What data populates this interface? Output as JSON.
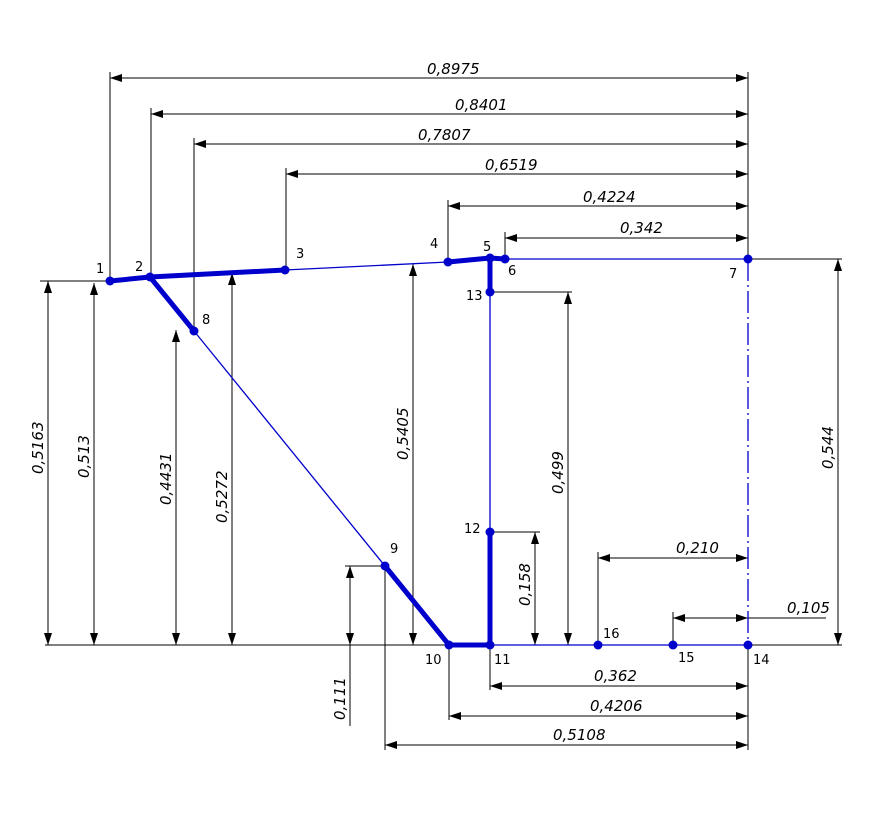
{
  "colors": {
    "profile": "#0000cc",
    "dimension": "#000000",
    "background": "#ffffff"
  },
  "nodes": [
    {
      "id": "1",
      "label": "1"
    },
    {
      "id": "2",
      "label": "2"
    },
    {
      "id": "3",
      "label": "3"
    },
    {
      "id": "4",
      "label": "4"
    },
    {
      "id": "5",
      "label": "5"
    },
    {
      "id": "6",
      "label": "6"
    },
    {
      "id": "7",
      "label": "7"
    },
    {
      "id": "8",
      "label": "8"
    },
    {
      "id": "9",
      "label": "9"
    },
    {
      "id": "10",
      "label": "10"
    },
    {
      "id": "11",
      "label": "11"
    },
    {
      "id": "12",
      "label": "12"
    },
    {
      "id": "13",
      "label": "13"
    },
    {
      "id": "14",
      "label": "14"
    },
    {
      "id": "15",
      "label": "15"
    },
    {
      "id": "16",
      "label": "16"
    }
  ],
  "dimensions_horizontal": [
    {
      "id": "h1",
      "value": "0,8975"
    },
    {
      "id": "h2",
      "value": "0,8401"
    },
    {
      "id": "h3",
      "value": "0,7807"
    },
    {
      "id": "h4",
      "value": "0,6519"
    },
    {
      "id": "h5",
      "value": "0,4224"
    },
    {
      "id": "h6",
      "value": "0,342"
    },
    {
      "id": "h7",
      "value": "0,210"
    },
    {
      "id": "h8",
      "value": "0,105"
    },
    {
      "id": "h9",
      "value": "0,362"
    },
    {
      "id": "h10",
      "value": "0,4206"
    },
    {
      "id": "h11",
      "value": "0,5108"
    }
  ],
  "dimensions_vertical": [
    {
      "id": "v1",
      "value": "0,5163"
    },
    {
      "id": "v2",
      "value": "0,513"
    },
    {
      "id": "v3",
      "value": "0,4431"
    },
    {
      "id": "v4",
      "value": "0,5272"
    },
    {
      "id": "v5",
      "value": "0,5405"
    },
    {
      "id": "v6",
      "value": "0,111"
    },
    {
      "id": "v7",
      "value": "0,158"
    },
    {
      "id": "v8",
      "value": "0,499"
    },
    {
      "id": "v9",
      "value": "0,544"
    }
  ]
}
